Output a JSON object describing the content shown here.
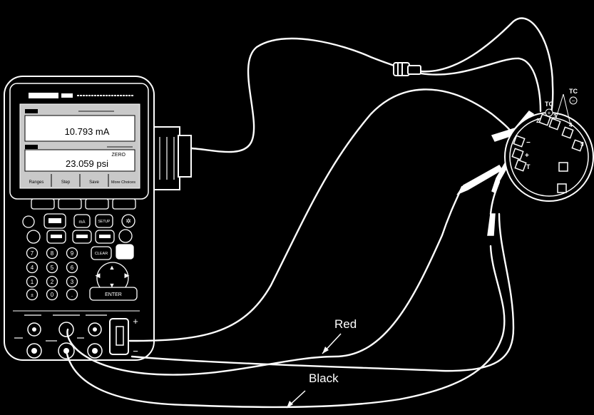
{
  "labels": {
    "red": "Red",
    "black": "Black"
  },
  "display": {
    "reading_top": "10.793 mA",
    "zero_label": "ZERO",
    "reading_bottom": "23.059 psi",
    "softkeys": [
      "Ranges",
      "Step",
      "Save",
      "More Choices"
    ]
  },
  "keypad": {
    "digits": [
      "7",
      "8",
      "9",
      "4",
      "5",
      "6",
      "1",
      "2",
      "3",
      "0",
      "."
    ],
    "enter_label": "ENTER",
    "clear_label": "CLEAR",
    "setup_label": "SETUP",
    "ma_label": "mA"
  },
  "terminal": {
    "tc_label": "TC",
    "tc_plus": "+",
    "tc_minus": "−",
    "numbers": [
      "2",
      "3",
      "4",
      "5"
    ],
    "plus": "+",
    "minus": "−",
    "test": "T"
  },
  "side_terminal": {
    "plus": "+",
    "minus": "−"
  },
  "colors": {
    "background": "#000000",
    "line": "#ffffff",
    "screen": "#c9c9c9"
  }
}
